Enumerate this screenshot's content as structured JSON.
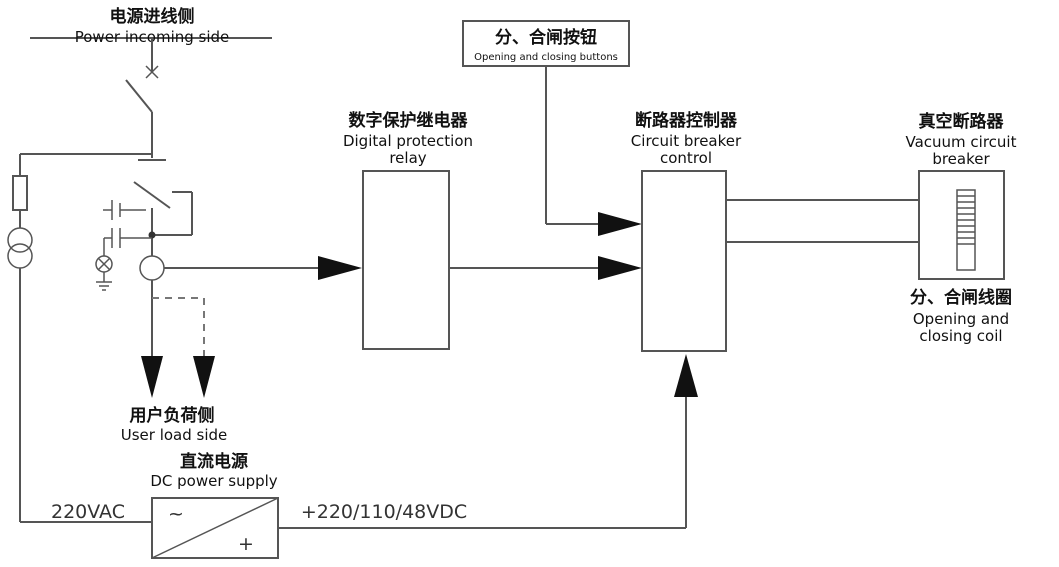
{
  "labels": {
    "power_incoming_zh": "电源进线侧",
    "power_incoming_en": "Power incoming side",
    "buttons_zh": "分、合闸按钮",
    "buttons_en": "Opening and closing buttons",
    "relay_zh": "数字保护继电器",
    "relay_en_1": "Digital protection",
    "relay_en_2": "relay",
    "controller_zh": "断路器控制器",
    "controller_en_1": "Circuit breaker",
    "controller_en_2": "control",
    "vcb_zh": "真空断路器",
    "vcb_en_1": "Vacuum circuit",
    "vcb_en_2": "breaker",
    "coil_zh": "分、合闸线圈",
    "coil_en_1": "Opening and",
    "coil_en_2": "closing coil",
    "load_zh": "用户负荷侧",
    "load_en": "User load side",
    "dc_zh": "直流电源",
    "dc_en": "DC power supply",
    "ac_in": "220VAC",
    "dc_out": "+220/110/48VDC"
  },
  "symbols": {
    "ac": "~",
    "dc": "+"
  }
}
